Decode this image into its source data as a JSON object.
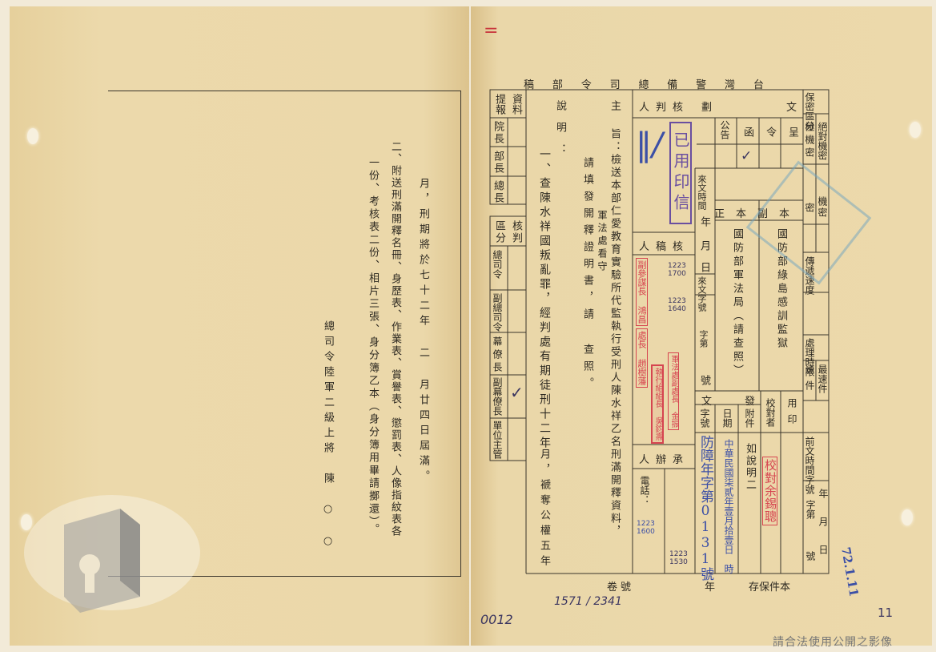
{
  "marks": {
    "top_red": "=",
    "left_page_number": "0012",
    "right_page_number": "11",
    "volume_handwritten": "1571 / 2341"
  },
  "left_page": {
    "col1": "月，刑期將於七十二年 二 月廿四日屆滿。",
    "col2": "二、附送刑滿開釋名冊、身歷表、作業表、賞譽表、懲罰表、人像指紋表各",
    "col3": "一份、考核表二份、相片三張、身分簿乙本（身分簿用畢請擲還）。",
    "signature": "總司令陸軍二級上將　陳　○　○"
  },
  "right_page": {
    "header_chars": [
      "台",
      "灣",
      "警",
      "備",
      "總",
      "司",
      "令",
      "部",
      "稿"
    ],
    "report_box": {
      "header": [
        "資料",
        "提報"
      ],
      "rows": [
        "院長",
        "部長",
        "總長"
      ]
    },
    "approval_box": {
      "header": [
        "核判",
        "區分"
      ],
      "rows": [
        "總司令",
        "副總司令",
        "幕僚長",
        "副幕僚長",
        "單位主管"
      ],
      "check": "✓"
    },
    "explanation": {
      "label": "說明：",
      "item1": "一、查陳水祥國叛亂罪，經判處有期徒刑十二年",
      "item1_cont": "月，褫奪公權五年",
      "request": "請填發開釋證明書，請 查照。"
    },
    "subject": {
      "label": "主",
      "text": "旨：檢送本部仁愛教育實驗所代監執行受刑人陳水祥乙名刑滿開釋資料，",
      "insertion": "軍法處看守"
    },
    "approver_header": [
      "核",
      "判",
      "人"
    ],
    "draw_label": "劃",
    "doc_type_label": "文",
    "doc_types": [
      "公告",
      "函",
      "令",
      "呈"
    ],
    "doc_type_check": "✓",
    "incoming": {
      "time": "來文時間",
      "date": [
        "年",
        "月",
        "日"
      ],
      "number": "來文字號",
      "zi_di": "字第",
      "hao": "號"
    },
    "copy_header": [
      "本",
      "副",
      "本",
      "正"
    ],
    "cc_recipient": "國防部軍法局（請查照）",
    "main_recipient": "國防部綠島感訓監獄",
    "reviewer_header": [
      "核",
      "稿",
      "人"
    ],
    "handler_header": [
      "承",
      "辦",
      "人"
    ],
    "phone_label": "電話：",
    "outgoing": {
      "label": [
        "發",
        "文"
      ],
      "number_label": "字號",
      "date_label": "日期",
      "attach_label": "附件",
      "proofreader_label": "校對者",
      "seal_label": "用印"
    },
    "outgoing_number": "防障年字第0131號",
    "outgoing_date": "中華民國柒貳年壹月拾壹日　時",
    "attachment": "如說明二",
    "classification": {
      "header": "保密區分",
      "levels": [
        "絕對機密",
        "極機密",
        "機密",
        "密"
      ]
    },
    "delivery": "傳遞速度",
    "deadline": "處理時限",
    "urgency": [
      "最速件",
      "速件"
    ],
    "prior_ref": "前文時間字號",
    "prior_date": [
      "年",
      "月",
      "日"
    ],
    "prior_zi_di": "字第",
    "prior_hao": "號",
    "footer_volume": "卷號",
    "footer_year": "年",
    "footer_retention": "本件保存"
  },
  "stamps": {
    "seal_used": "已用印信",
    "reviewer1": "副參謀長 鴻昌",
    "reviewer2": "處長 趙樹藩",
    "reviewer3": "軍法處副處長 金振",
    "handler": "執行組組長 吳鈞燾",
    "proofreader": "校對余錫聰",
    "date_stamp": "72.1.11",
    "hand_times": [
      "1223 1700",
      "1223 1640",
      "1223 1600",
      "1223 1530"
    ]
  },
  "footer_note": "請合法使用公開之影像",
  "colors": {
    "paper": "#ead7a8",
    "ink": "#2e2a22",
    "red_stamp": "#d64550",
    "blue_stamp": "#5a8fb0",
    "purple_stamp": "#6a4fa0"
  }
}
